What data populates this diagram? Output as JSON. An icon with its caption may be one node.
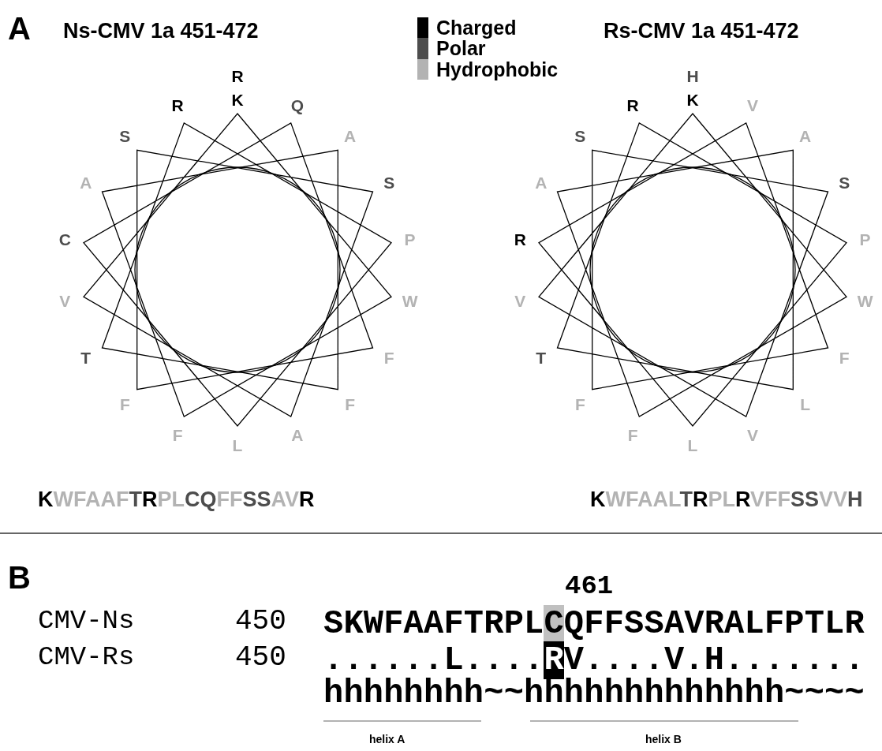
{
  "diagram": {
    "labels": [
      "A",
      "Ns-CMV 1a 451-472",
      "Rs-CMV 1a 451-472",
      "R",
      "K",
      "Q",
      "A",
      "S",
      "P",
      "W",
      "F",
      "F",
      "A",
      "L",
      "F",
      "F",
      "T",
      "V",
      "C",
      "A",
      "S",
      "R",
      "H",
      "K",
      "V",
      "A",
      "S",
      "P",
      "W",
      "F",
      "L",
      "V",
      "L",
      "F",
      "F",
      "T",
      "V",
      "R",
      "A",
      "S",
      "R",
      "KWFAAFTRPLCQFFSSAVR",
      "KWFAALTRPLRVFFSSVVH",
      "B",
      "461",
      "CMV-Ns",
      "450",
      "SKWFAAFTRPLCQFFSSAVRALFPTLR",
      "CMV-Rs",
      "450",
      "......L....RV....V.H.......",
      "hhhhhhhh~~hhhhhhhhhhhhh~~~~",
      "helix A",
      "helix B"
    ],
    "legend": [
      {
        "text": "Charged",
        "color": "#000000"
      },
      {
        "text": "Polar",
        "color": "#4d4d4d"
      },
      {
        "text": "Hydrophobic",
        "color": "#b3b3b3"
      }
    ]
  }
}
